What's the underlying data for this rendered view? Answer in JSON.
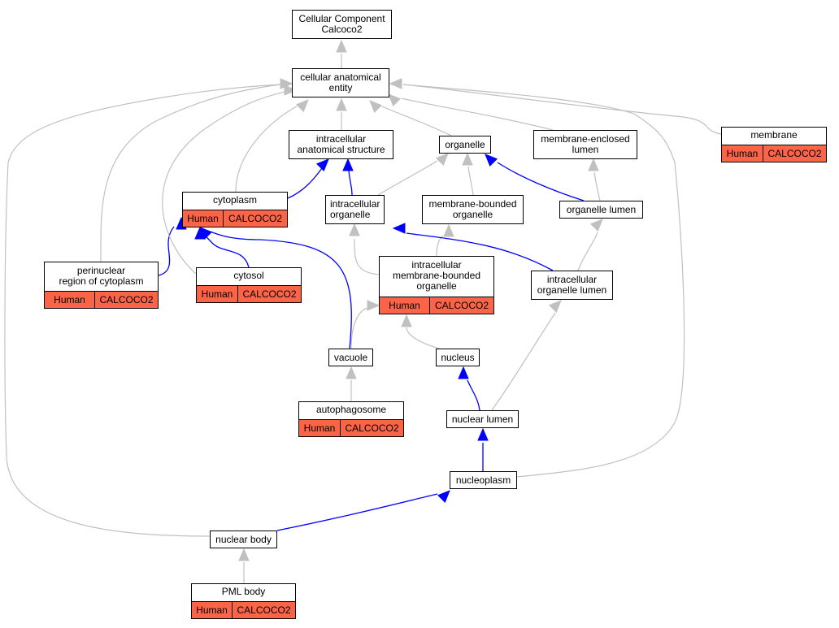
{
  "nodes": {
    "root": {
      "label": "Cellular Component\nCalcoco2"
    },
    "cae": {
      "label": "cellular anatomical\nentity"
    },
    "ias": {
      "label": "intracellular\nanatomical structure"
    },
    "organelle": {
      "label": "organelle"
    },
    "mel": {
      "label": "membrane-enclosed\nlumen"
    },
    "membrane": {
      "label": "membrane",
      "species": "Human",
      "gene": "CALCOCO2"
    },
    "cytoplasm": {
      "label": "cytoplasm",
      "species": "Human",
      "gene": "CALCOCO2"
    },
    "io": {
      "label": "intracellular\norganelle"
    },
    "mbo": {
      "label": "membrane-bounded\norganelle"
    },
    "ol": {
      "label": "organelle lumen"
    },
    "perinuclear": {
      "label": "perinuclear\nregion of cytoplasm",
      "species": "Human",
      "gene": "CALCOCO2"
    },
    "cytosol": {
      "label": "cytosol",
      "species": "Human",
      "gene": "CALCOCO2"
    },
    "imbo": {
      "label": "intracellular\nmembrane-bounded\norganelle",
      "species": "Human",
      "gene": "CALCOCO2"
    },
    "iol": {
      "label": "intracellular\norganelle lumen"
    },
    "vacuole": {
      "label": "vacuole"
    },
    "nucleus": {
      "label": "nucleus"
    },
    "autophagosome": {
      "label": "autophagosome",
      "species": "Human",
      "gene": "CALCOCO2"
    },
    "nuclear_lumen": {
      "label": "nuclear lumen"
    },
    "nucleoplasm": {
      "label": "nucleoplasm"
    },
    "nuclear_body": {
      "label": "nuclear body"
    },
    "pml_body": {
      "label": "PML body",
      "species": "Human",
      "gene": "CALCOCO2"
    }
  },
  "edges": [
    {
      "from": "cae",
      "to": "root",
      "type": "is_a"
    },
    {
      "from": "ias",
      "to": "cae",
      "type": "is_a"
    },
    {
      "from": "organelle",
      "to": "cae",
      "type": "is_a"
    },
    {
      "from": "mel",
      "to": "cae",
      "type": "is_a"
    },
    {
      "from": "membrane",
      "to": "cae",
      "type": "is_a"
    },
    {
      "from": "cytoplasm",
      "to": "cae",
      "type": "is_a"
    },
    {
      "from": "cytoplasm",
      "to": "ias",
      "type": "part_of"
    },
    {
      "from": "perinuclear",
      "to": "cae",
      "type": "is_a"
    },
    {
      "from": "perinuclear",
      "to": "cytoplasm",
      "type": "part_of"
    },
    {
      "from": "cytosol",
      "to": "cae",
      "type": "is_a"
    },
    {
      "from": "cytosol",
      "to": "cytoplasm",
      "type": "part_of"
    },
    {
      "from": "io",
      "to": "ias",
      "type": "part_of"
    },
    {
      "from": "io",
      "to": "organelle",
      "type": "is_a"
    },
    {
      "from": "mbo",
      "to": "organelle",
      "type": "is_a"
    },
    {
      "from": "ol",
      "to": "organelle",
      "type": "part_of"
    },
    {
      "from": "ol",
      "to": "mel",
      "type": "is_a"
    },
    {
      "from": "imbo",
      "to": "io",
      "type": "is_a"
    },
    {
      "from": "imbo",
      "to": "mbo",
      "type": "is_a"
    },
    {
      "from": "iol",
      "to": "io",
      "type": "part_of"
    },
    {
      "from": "iol",
      "to": "ol",
      "type": "is_a"
    },
    {
      "from": "vacuole",
      "to": "imbo",
      "type": "is_a"
    },
    {
      "from": "vacuole",
      "to": "cytoplasm",
      "type": "part_of"
    },
    {
      "from": "nucleus",
      "to": "imbo",
      "type": "is_a"
    },
    {
      "from": "autophagosome",
      "to": "vacuole",
      "type": "is_a"
    },
    {
      "from": "nuclear_lumen",
      "to": "nucleus",
      "type": "part_of"
    },
    {
      "from": "nuclear_lumen",
      "to": "iol",
      "type": "is_a"
    },
    {
      "from": "nucleoplasm",
      "to": "nuclear_lumen",
      "type": "part_of"
    },
    {
      "from": "nucleoplasm",
      "to": "cae",
      "type": "is_a"
    },
    {
      "from": "nuclear_body",
      "to": "nucleoplasm",
      "type": "part_of"
    },
    {
      "from": "nuclear_body",
      "to": "cae",
      "type": "is_a"
    },
    {
      "from": "pml_body",
      "to": "nuclear_body",
      "type": "is_a"
    }
  ],
  "colors": {
    "is_a_edge": "#c0c0c0",
    "part_of_edge": "#0000ff",
    "annotation_fill": "#fb6446"
  }
}
